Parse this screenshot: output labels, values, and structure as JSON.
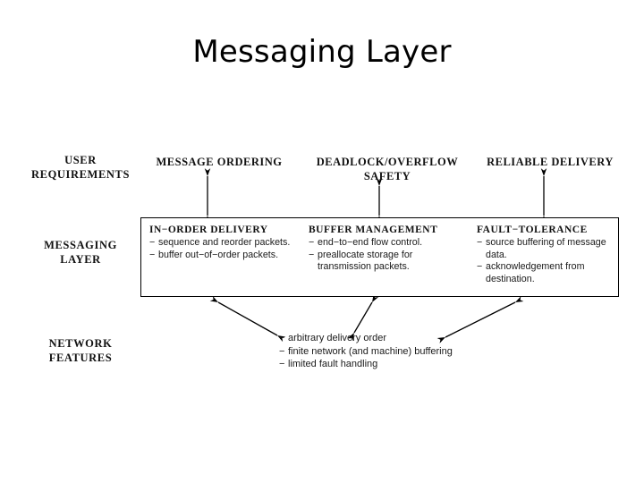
{
  "slide": {
    "title": "Messaging Layer"
  },
  "row_labels": [
    {
      "id": "user",
      "line1": "USER",
      "line2": "REQUIREMENTS"
    },
    {
      "id": "messaging",
      "line1": "MESSAGING",
      "line2": "LAYER"
    },
    {
      "id": "network",
      "line1": "NETWORK",
      "line2": "FEATURES"
    }
  ],
  "requirements": [
    {
      "id": "ordering",
      "line1": "MESSAGE ORDERING",
      "line2": ""
    },
    {
      "id": "deadlock",
      "line1": "DEADLOCK/OVERFLOW",
      "line2": "SAFETY"
    },
    {
      "id": "reliable",
      "line1": "RELIABLE DELIVERY",
      "line2": ""
    }
  ],
  "messaging_columns": [
    {
      "id": "in-order-delivery",
      "heading": "IN−ORDER DELIVERY",
      "items": [
        "sequence and reorder packets.",
        "buffer out−of−order packets."
      ]
    },
    {
      "id": "buffer-management",
      "heading": "BUFFER MANAGEMENT",
      "items": [
        "end−to−end flow control.",
        "preallocate storage for transmission packets."
      ]
    },
    {
      "id": "fault-tolerance",
      "heading": "FAULT−TOLERANCE",
      "items": [
        "source buffering of message data.",
        "acknowledgement from destination."
      ]
    }
  ],
  "network_features": [
    "arbitrary delivery order",
    "finite network (and machine) buffering",
    "limited fault handling"
  ],
  "bullet_dash": "−",
  "colors": {
    "text": "#000000",
    "box_border": "#000000",
    "background": "#ffffff",
    "arrow": "#000000"
  }
}
